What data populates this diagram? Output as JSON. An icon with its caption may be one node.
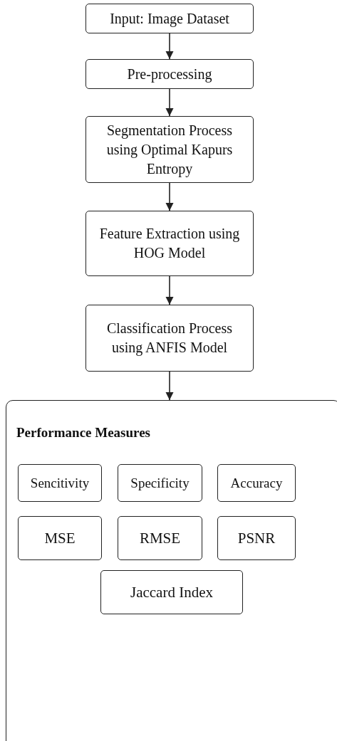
{
  "diagram": {
    "nodes": [
      {
        "text": [
          "Input: Image Dataset"
        ]
      },
      {
        "text": [
          "Pre-processing"
        ]
      },
      {
        "text": [
          "Segmentation Process using Optimal Kapurs Entropy"
        ]
      },
      {
        "text": [
          "Feature Extraction using HOG Model"
        ]
      },
      {
        "text": [
          "Classification Process using ANFIS Model"
        ]
      },
      {
        "text": [
          "Performance Measures"
        ]
      },
      {
        "text": [
          "Sencitivity"
        ],
        "in": 5
      },
      {
        "text": [
          "Specificity"
        ],
        "in": 5
      },
      {
        "text": [
          "Accuracy"
        ],
        "in": 5
      },
      {
        "text": [
          "MSE"
        ],
        "in": 5
      },
      {
        "text": [
          "RMSE"
        ],
        "in": 5
      },
      {
        "text": [
          "PSNR"
        ],
        "in": 5
      },
      {
        "text": [
          "Jaccard Index"
        ],
        "in": 5
      }
    ],
    "edges": [
      {
        "from": 0,
        "to": 1,
        "arrow": "to"
      },
      {
        "from": 1,
        "to": 2,
        "arrow": "to"
      },
      {
        "from": 2,
        "to": 3,
        "arrow": "to"
      },
      {
        "from": 3,
        "to": 4,
        "arrow": "to"
      },
      {
        "from": 4,
        "to": 5,
        "arrow": "to"
      }
    ]
  }
}
